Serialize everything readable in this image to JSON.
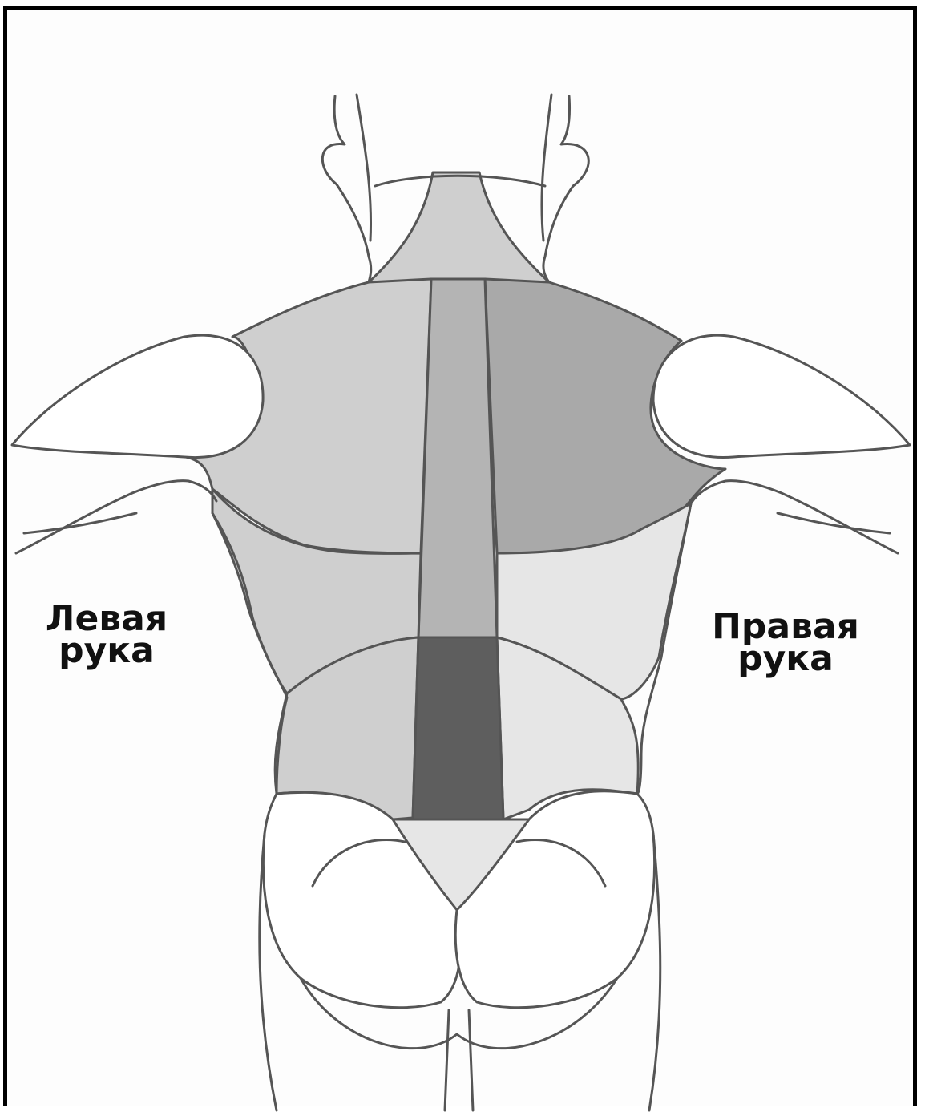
{
  "labels": {
    "left_arm": [
      "Левая",
      "рука"
    ],
    "right_arm": [
      "Правая",
      "рука"
    ]
  },
  "colors": {
    "outline": "#555555",
    "light_zone": "#cfcfcf",
    "lighter_zone": "#e6e6e6",
    "medium_zone": "#a9a9a9",
    "dark_zone": "#5e5e5e",
    "spine_zone": "#b4b4b4"
  }
}
